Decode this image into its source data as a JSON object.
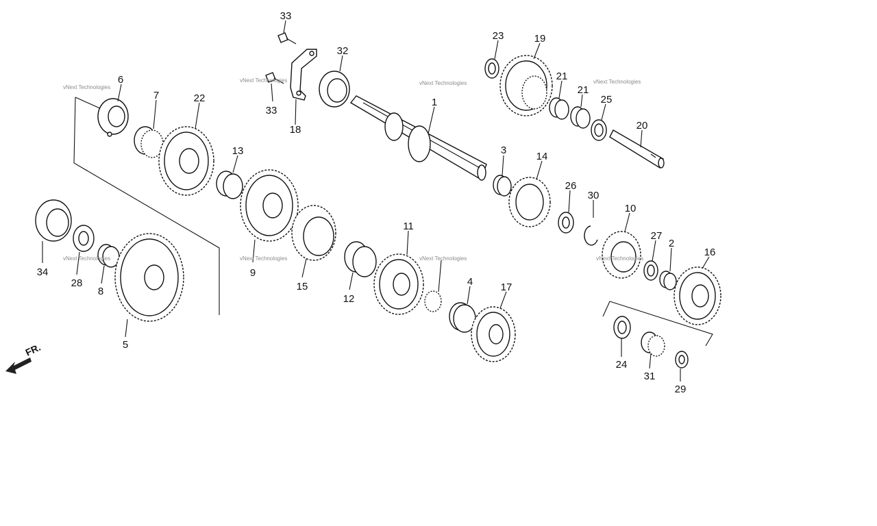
{
  "diagram": {
    "callouts": [
      "1",
      "2",
      "3",
      "4",
      "5",
      "6",
      "7",
      "8",
      "9",
      "10",
      "11",
      "12",
      "13",
      "14",
      "15",
      "16",
      "17",
      "18",
      "19",
      "20",
      "21",
      "21",
      "22",
      "23",
      "24",
      "25",
      "26",
      "27",
      "28",
      "29",
      "30",
      "31",
      "32",
      "33",
      "33",
      "34"
    ],
    "front_label": "FR.",
    "watermark": "vNext Technologies"
  }
}
